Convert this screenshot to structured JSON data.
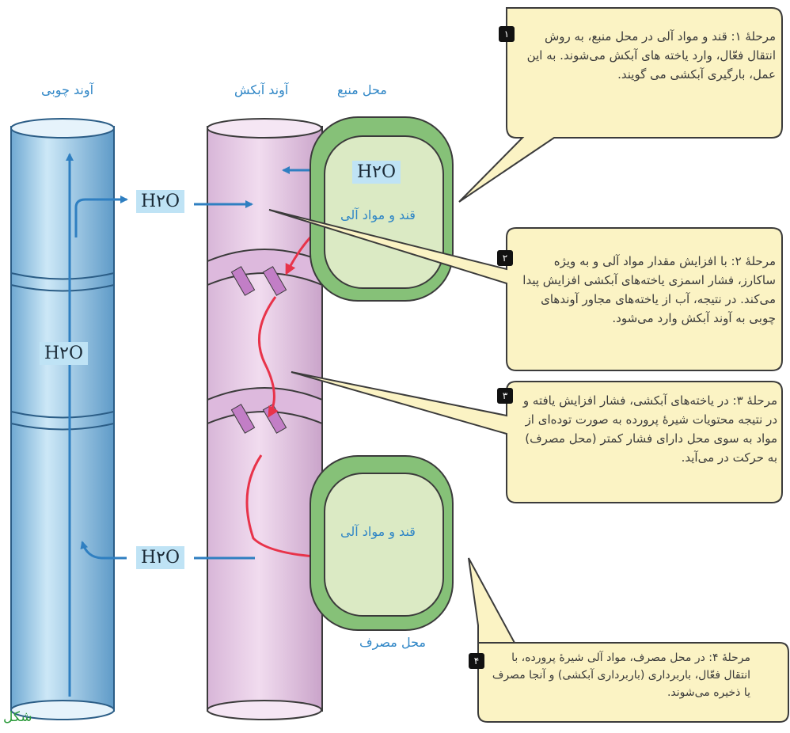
{
  "labels": {
    "xylem": "آوند چوبی",
    "phloem": "آوند آبکش",
    "source": "محل منبع",
    "sink": "محل مصرف",
    "sugar_top": "قند و مواد آلی",
    "sugar_bottom": "قند و مواد آلی",
    "figure": "شکل"
  },
  "water": {
    "h2o_top_source": "H۲O",
    "h2o_mid": "H۲O",
    "h2o_xylem": "H۲O",
    "h2o_bottom": "H۲O"
  },
  "callouts": [
    {
      "num": "۱",
      "text": "مرحلهٔ ۱: قند و مواد آلی در محل منبع، به روش انتقال فعّال، وارد یاخته های آبکش می‌شوند. به این عمل، بارگیری آبکشی می گویند."
    },
    {
      "num": "۲",
      "text": "مرحلهٔ ۲: با افزایش مقدار مواد آلی و به ویژه ساکارز، فشار اسمزی یاخته‌های آبکشی افزایش پیدا می‌کند. در نتیجه، آب از یاخته‌های مجاور آوندهای چوبی به آوند آبکش وارد می‌شود."
    },
    {
      "num": "۳",
      "text": "مرحلهٔ ۳: در یاخته‌های آبکشی، فشار افزایش یافته و در نتیجه محتویات شیرهٔ پرورده به صورت توده‌ای از مواد به سوی محل دارای فشار کمتر (محل مصرف) به حرکت در می‌آید."
    },
    {
      "num": "۴",
      "text": "مرحلهٔ ۴: در محل مصرف، مواد آلی شیرهٔ پرورده، با انتقال فعّال، باربرداری (باربرداری آبکشی) و آنجا مصرف یا ذخیره می‌شوند."
    }
  ],
  "colors": {
    "xylem": "#a9d3ee",
    "phloem": "#e3c4e3",
    "cell": "#dbeac4",
    "cell_wall": "#7fb86f",
    "callout": "#fbf3c4",
    "arrow_blue": "#2f7fc1",
    "arrow_red": "#e8334a"
  }
}
